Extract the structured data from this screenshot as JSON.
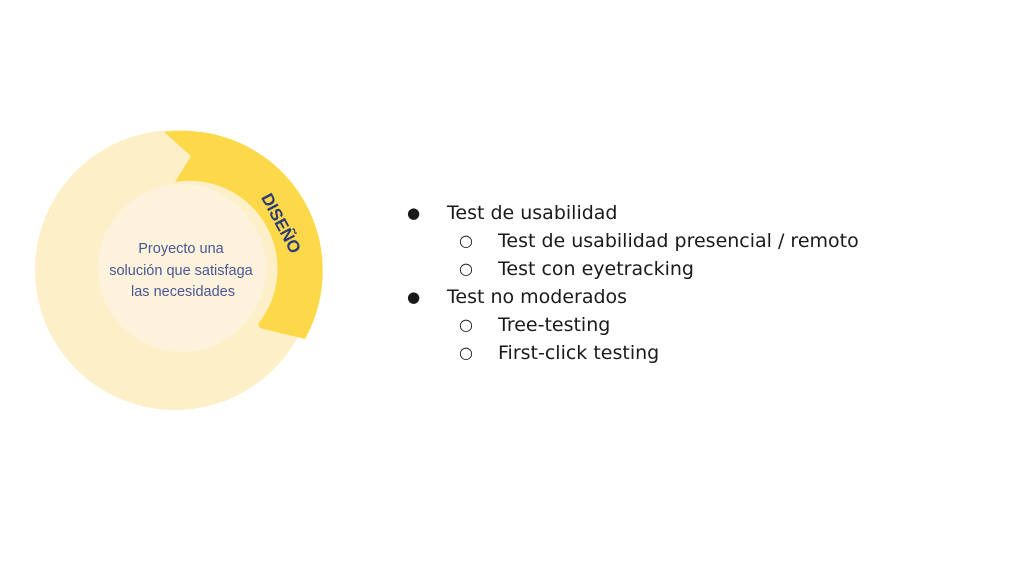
{
  "diagram": {
    "center_text_lines": [
      "Proyecto una",
      "solución que satisfaga",
      "las necesidades"
    ],
    "arc_label": "DISEÑO",
    "colors": {
      "outer_ring": "#fdf0c8",
      "highlight_arc": "#fdd94a",
      "inner_circle": "#fdf3dc",
      "center_text": "#4a5696",
      "arc_label": "#2c3a78"
    }
  },
  "list": {
    "items": [
      {
        "label": "Test de usabilidad",
        "marker": "●",
        "children": [
          {
            "label": "Test de usabilidad presencial / remoto",
            "marker": "○"
          },
          {
            "label": "Test con eyetracking",
            "marker": "○"
          }
        ]
      },
      {
        "label": "Test no moderados",
        "marker": "●",
        "children": [
          {
            "label": "Tree-testing",
            "marker": "○"
          },
          {
            "label": "First-click testing",
            "marker": "○"
          }
        ]
      }
    ]
  }
}
